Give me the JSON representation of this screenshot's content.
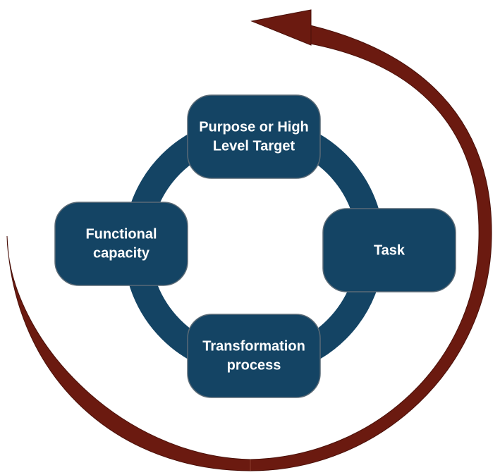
{
  "colors": {
    "ring": "#144464",
    "box_fill": "#144464",
    "box_stroke": "#5a6a76",
    "outer_arrow": "#6b1a10",
    "label_text": "#ffffff",
    "background": "#ffffff"
  },
  "cycle": {
    "nodes": [
      {
        "id": "purpose",
        "lines": [
          "Purpose or High",
          "Level Target"
        ]
      },
      {
        "id": "task",
        "lines": [
          "Task"
        ]
      },
      {
        "id": "transformation",
        "lines": [
          "Transformation",
          "process"
        ]
      },
      {
        "id": "functional",
        "lines": [
          "Functional",
          "capacity"
        ]
      }
    ],
    "outer_arrow_icon": "curved-counterclockwise-arrow-icon"
  }
}
